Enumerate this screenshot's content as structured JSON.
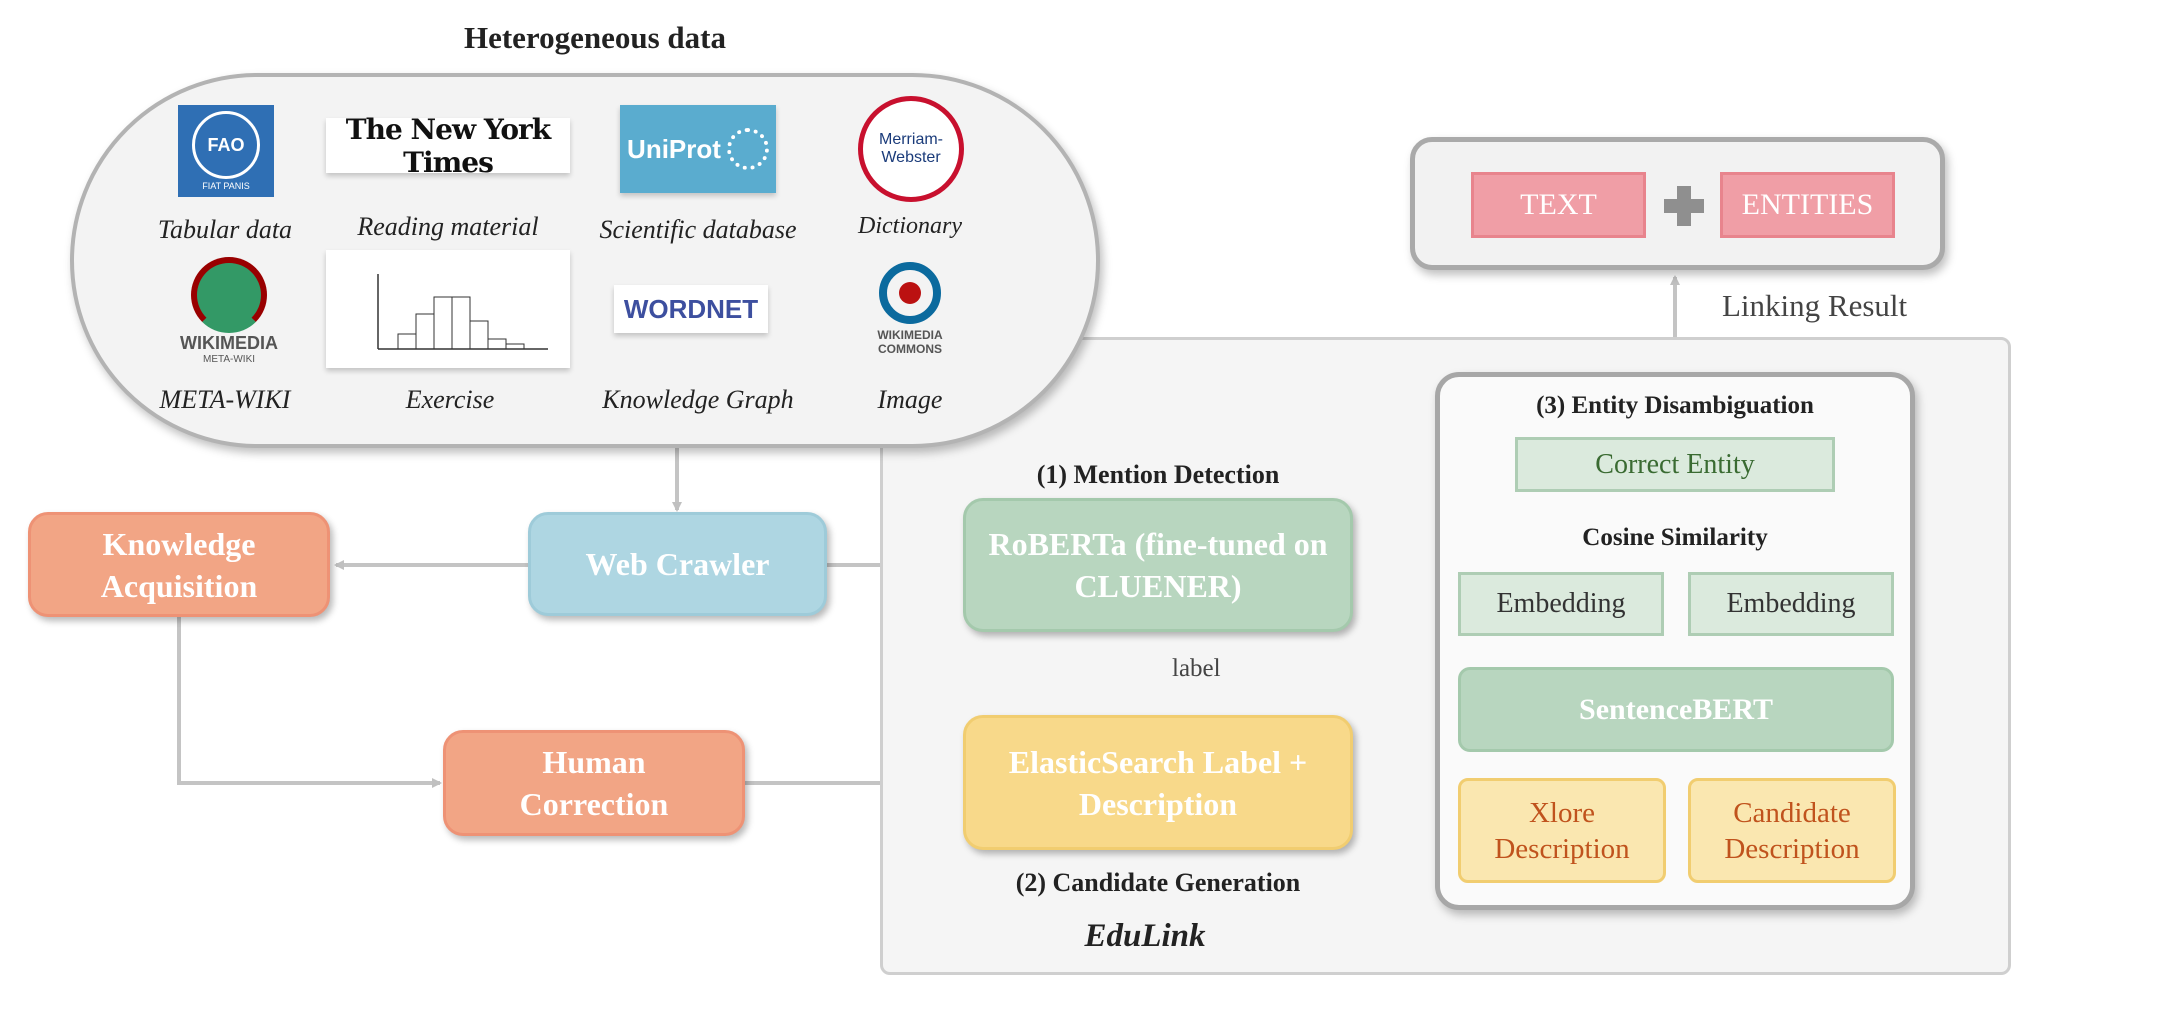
{
  "heterogeneous": {
    "title": "Heterogeneous data",
    "sources": [
      {
        "caption": "Tabular data",
        "logo_text": "FAO",
        "logo_sub": "FIAT PANIS",
        "icon": "fao-logo"
      },
      {
        "caption": "Reading material",
        "logo_text": "The New York Times",
        "icon": "nyt-logo"
      },
      {
        "caption": "Scientific database",
        "logo_text": "UniProt",
        "icon": "uniprot-logo"
      },
      {
        "caption": "Dictionary",
        "logo_text": "Merriam-Webster",
        "icon": "merriam-webster-logo"
      },
      {
        "caption": "META-WIKI",
        "logo_text": "WIKIMEDIA",
        "logo_sub": "META-WIKI",
        "icon": "wikimedia-globe-logo"
      },
      {
        "caption": "Exercise",
        "icon": "histogram-exercise-image"
      },
      {
        "caption": "Knowledge Graph",
        "logo_text": "WORDNET",
        "icon": "wordnet-logo"
      },
      {
        "caption": "Image",
        "logo_text": "WIKIMEDIA",
        "logo_sub": "COMMONS",
        "icon": "wikimedia-commons-logo"
      }
    ]
  },
  "pipeline": {
    "knowledge_acquisition": "Knowledge Acquisition",
    "web_crawler": "Web Crawler",
    "human_correction": "Human Correction"
  },
  "edulink": {
    "name": "EduLink",
    "mention_detection": {
      "step": "(1) Mention Detection",
      "model": "RoBERTa (fine-tuned on CLUENER)"
    },
    "edge_label": "label",
    "candidate_generation": {
      "step": "(2) Candidate Generation",
      "engine": "ElasticSearch Label + Description"
    },
    "entity_disambiguation": {
      "step": "(3) Entity Disambiguation",
      "correct_entity": "Correct Entity",
      "cosine_similarity": "Cosine Similarity",
      "embedding_left": "Embedding",
      "embedding_right": "Embedding",
      "encoder": "SentenceBERT",
      "xlore_description": "Xlore Description",
      "candidate_description": "Candidate Description"
    }
  },
  "result": {
    "label": "Linking Result",
    "text": "TEXT",
    "entities": "ENTITIES",
    "plus_icon": "plus-icon"
  },
  "colors": {
    "orange": "#f2a585",
    "blue": "#aed6e2",
    "green": "#b8d6bf",
    "yellow": "#f8d98a",
    "pink": "#f09ea6",
    "light_green": "#dbeadd",
    "light_yellow": "#fae7b0",
    "arrow": "#c4c4c4"
  }
}
